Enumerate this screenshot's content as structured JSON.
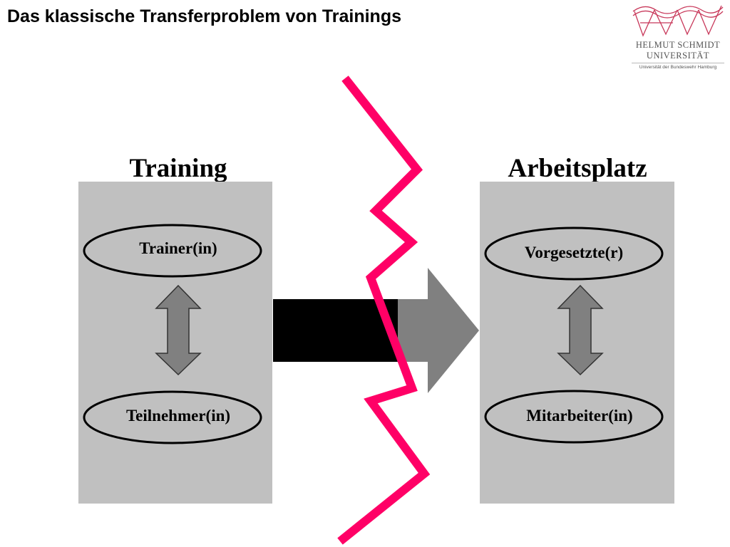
{
  "slide": {
    "title": "Das klassische Transferproblem von Trainings"
  },
  "logo": {
    "name": "wave-logo",
    "line1": "HELMUT SCHMIDT",
    "line2": "UNIVERSITÄT",
    "line3": "Universität der Bundeswehr Hamburg",
    "color": "#c8385a"
  },
  "diagram": {
    "left_box": {
      "heading": "Training",
      "top_role": "Trainer(in)",
      "bottom_role": "Teilnehmer(in)"
    },
    "right_box": {
      "heading": "Arbeitsplatz",
      "top_role": "Vorgesetzte(r)",
      "bottom_role": "Mitarbeiter(in)"
    },
    "colors": {
      "box_fill": "#c0c0c0",
      "arrow_black": "#000000",
      "arrow_gray": "#808080",
      "double_arrow_fill": "#808080",
      "zigzag": "#ff0066"
    }
  }
}
